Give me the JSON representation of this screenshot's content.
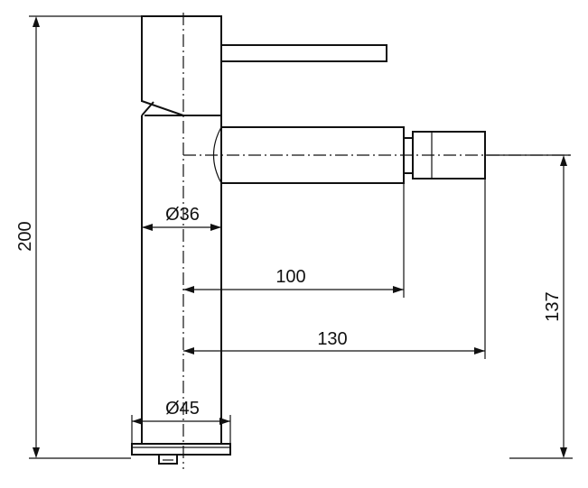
{
  "drawing": {
    "dimensions": {
      "total_height": "200",
      "spout_height": "137",
      "body_diameter": "Ø36",
      "base_diameter": "Ø45",
      "spout_reach": "100",
      "total_reach": "130"
    }
  }
}
